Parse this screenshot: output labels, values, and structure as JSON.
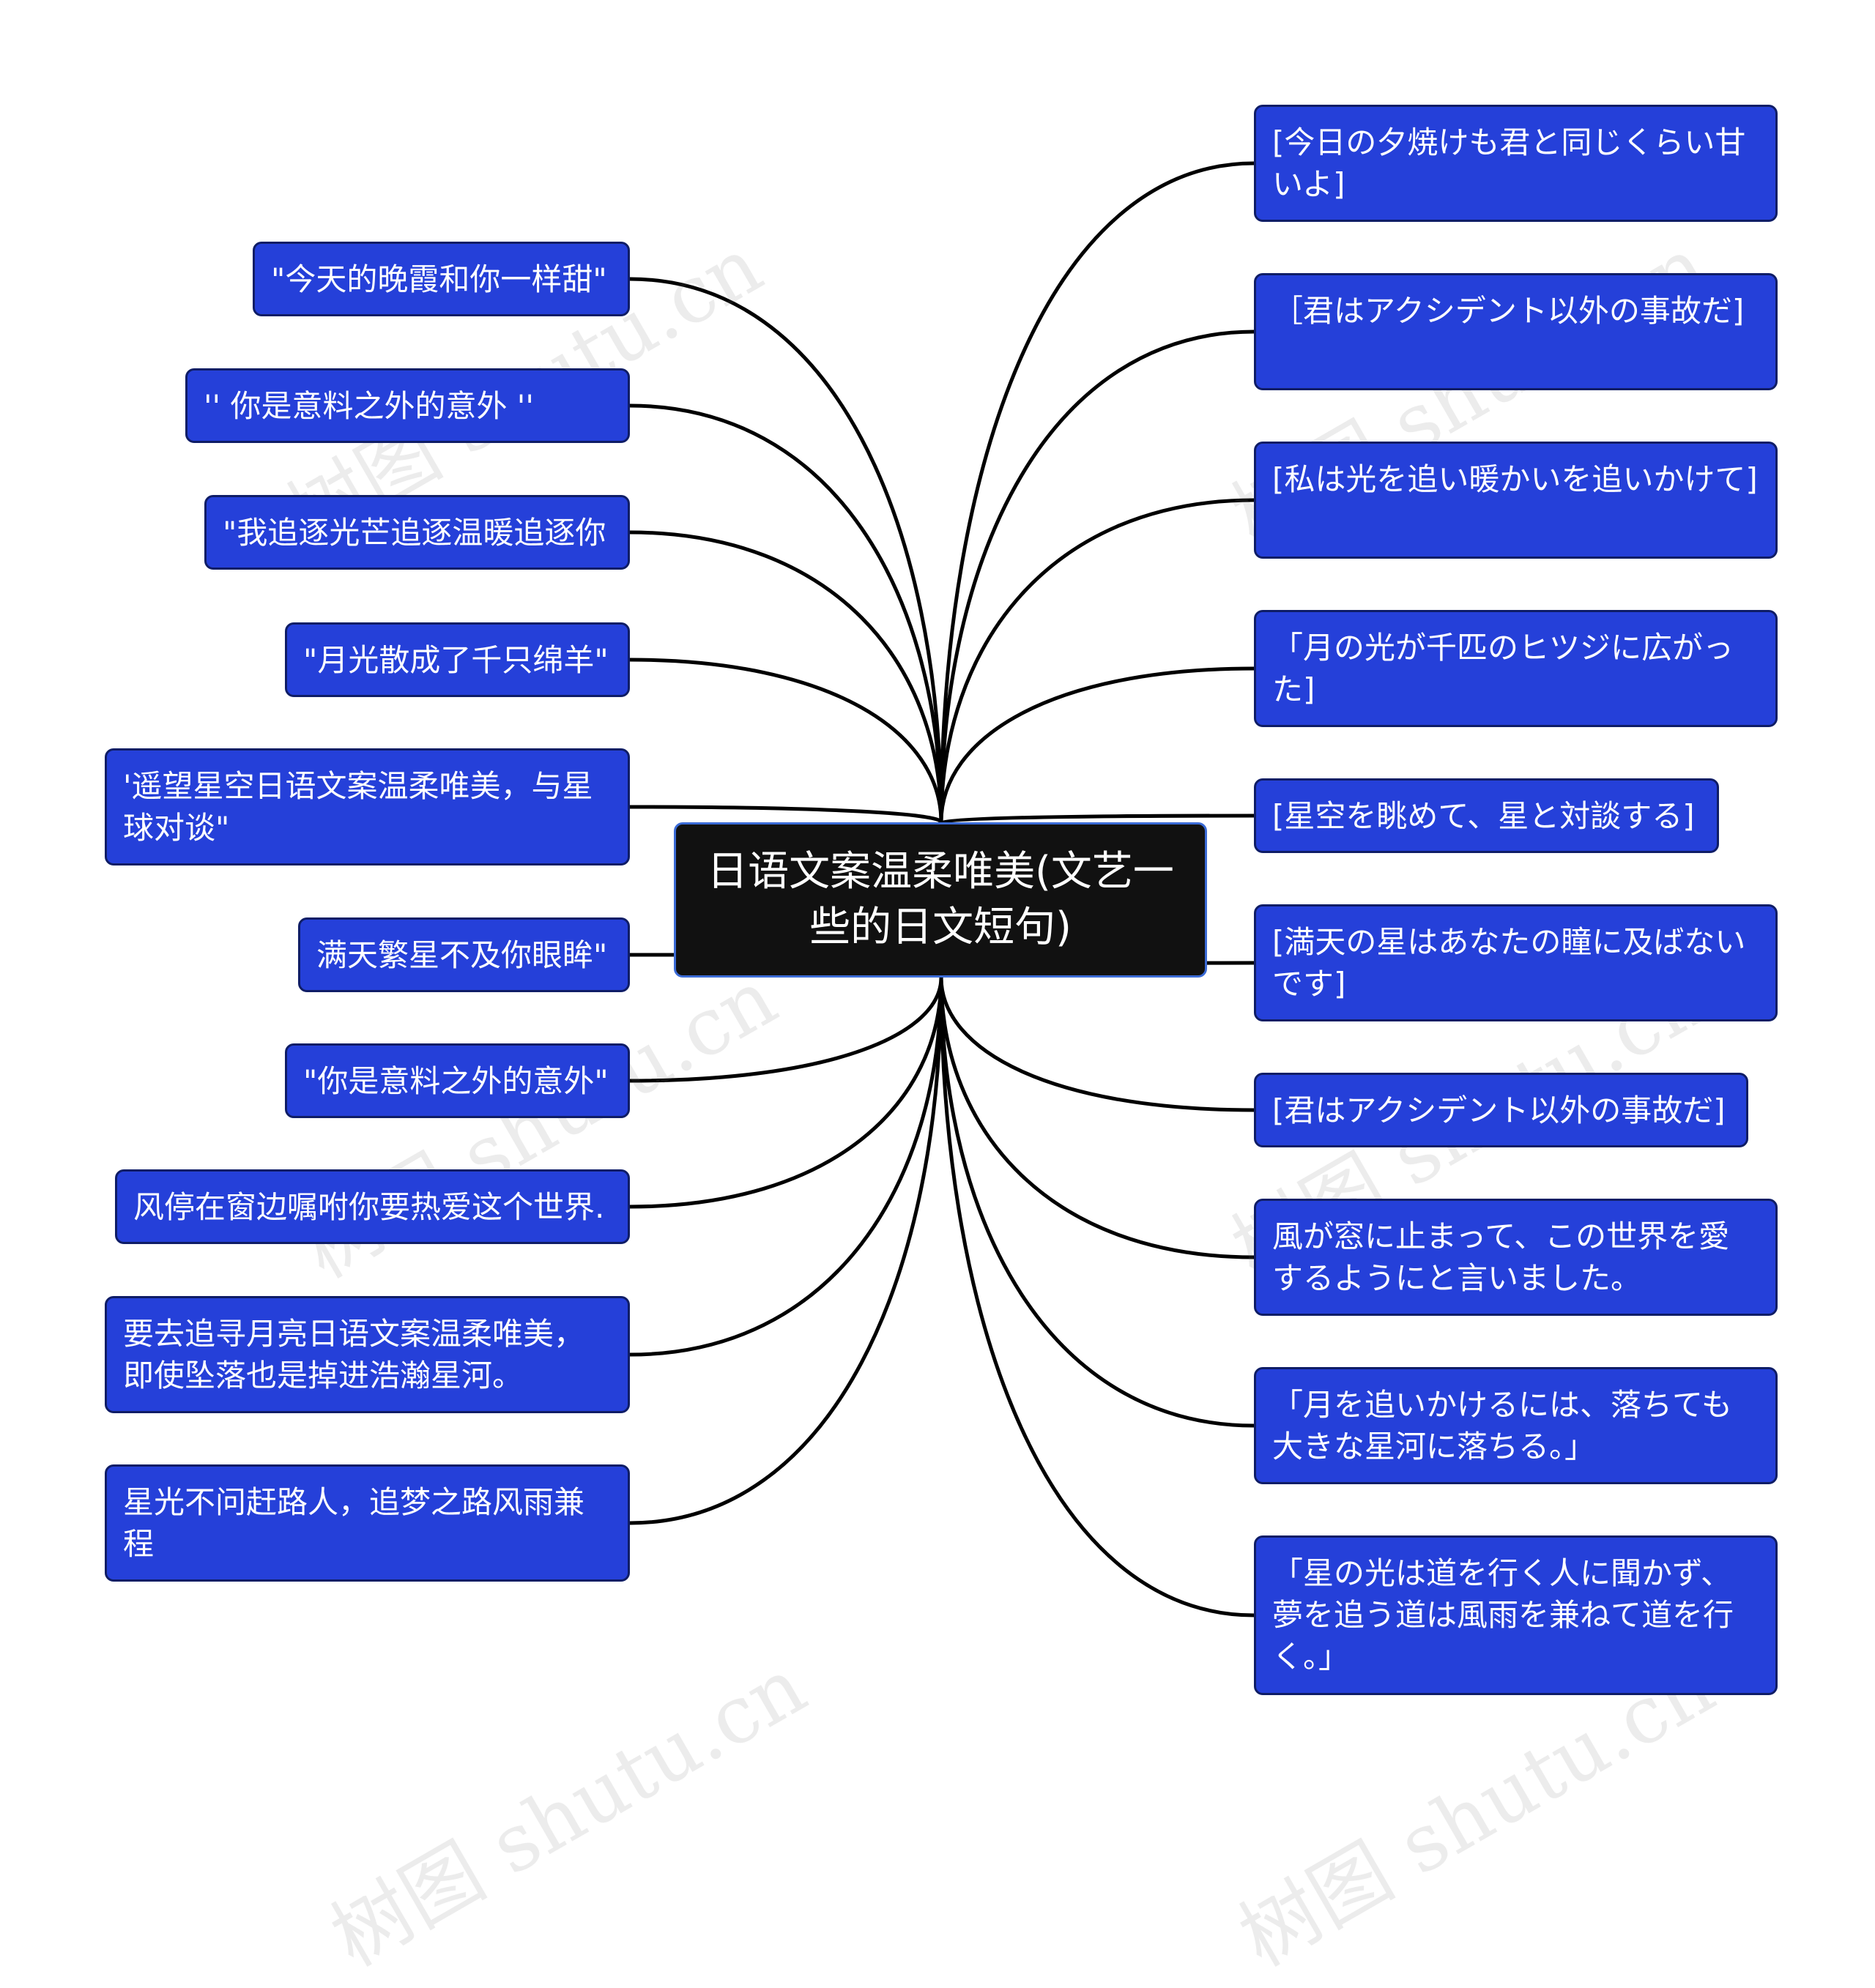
{
  "root": {
    "label": "日语文案温柔唯美(文艺一些的日文短句)",
    "line1": "日语文案温柔唯美(文艺一",
    "line2": "些的日文短句)"
  },
  "left_nodes": [
    {
      "label": "\"今天的晚霞和你一样甜\""
    },
    {
      "label": "'' 你是意料之外的意外 ''"
    },
    {
      "label": "\"我追逐光芒追逐温暖追逐你"
    },
    {
      "label": "\"月光散成了千只绵羊\""
    },
    {
      "label": "'遥望星空日语文案温柔唯美，与星球对谈\""
    },
    {
      "label": "满天繁星不及你眼眸\""
    },
    {
      "label": "\"你是意料之外的意外\""
    },
    {
      "label": "风停在窗边嘱咐你要热爱这个世界."
    },
    {
      "label": "要去追寻月亮日语文案温柔唯美，即使坠落也是掉进浩瀚星河。"
    },
    {
      "label": "星光不问赶路人，追梦之路风雨兼程"
    }
  ],
  "right_nodes": [
    {
      "label": "[今日の夕焼けも君と同じくらい甘いよ]"
    },
    {
      "label": "［君はアクシデント以外の事故だ]"
    },
    {
      "label": "[私は光を追い暖かいを追いかけて]"
    },
    {
      "label": "「月の光が千匹のヒツジに広がった]"
    },
    {
      "label": "[星空を眺めて、星と対談する]"
    },
    {
      "label": "[満天の星はあなたの瞳に及ばないです]"
    },
    {
      "label": "[君はアクシデント以外の事故だ]"
    },
    {
      "label": "風が窓に止まって、この世界を愛するようにと言いました。"
    },
    {
      "label": "「月を追いかけるには、落ちても大きな星河に落ちる。」"
    },
    {
      "label": "「星の光は道を行く人に聞かず、夢を追う道は風雨を兼ねて道を行く。」"
    }
  ],
  "watermark": {
    "text": "树图 shutu.cn"
  },
  "colors": {
    "node_fill": "#2540d9",
    "node_border": "#0f1d66",
    "root_fill": "#111111",
    "root_border": "#3b6bd6",
    "connector": "#000000",
    "text": "#ffffff"
  }
}
